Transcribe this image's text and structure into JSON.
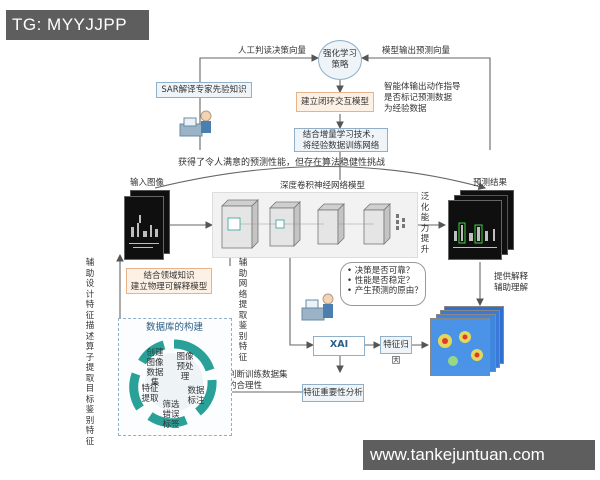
{
  "watermarks": {
    "top_left": "TG: MYYJJPP",
    "bottom_right": "www.tankejuntuan.com"
  },
  "top": {
    "rl_node": "强化学习\n策略",
    "left_arrow_label": "人工判读决策向量",
    "right_arrow_label": "模型输出预测向量",
    "expert_box": "SAR解译专家先验知识",
    "loop_box": "建立闭环交互模型",
    "guide_text": "智能体输出动作指导\n是否标记预测数据\n为经验数据",
    "incremental_box": "结合增量学习技术，\n将经验数据训练网络",
    "challenge_text": "获得了令人满意的预测性能，但存在算法稳健性挑战"
  },
  "middle": {
    "input_label": "输入图像",
    "result_label": "预测结果",
    "cnn_label": "深度卷积神经网络模型",
    "generalization": "泛化能力提升",
    "domain_box": "结合领域知识\n建立物理可解释模型",
    "assist_features": "辅助网络提取鉴别特征"
  },
  "left": {
    "vertical_text": "辅助设计特征描述算子提取目标鉴别特征"
  },
  "right": {
    "explain_text": "提供解释\n辅助理解"
  },
  "questions": [
    "决策是否可靠？",
    "性能是否稳定？",
    "产生预测的原由？"
  ],
  "xai": {
    "node": "XAI",
    "attribution": "特征归因",
    "importance": "特征重要性分析",
    "judge_text": "判断训练数据集\n的合理性"
  },
  "database": {
    "title": "数据库的构建",
    "steps": [
      "创建图像数据集",
      "图像预处理",
      "数据标注",
      "筛选错误标签",
      "特征提取"
    ]
  },
  "colors": {
    "box_border": "#8fb0c8",
    "box_fill": "#eef4f8",
    "orange_fill": "#fdf1e6",
    "cycle_green": "#2aa198",
    "arrow": "#555555"
  }
}
